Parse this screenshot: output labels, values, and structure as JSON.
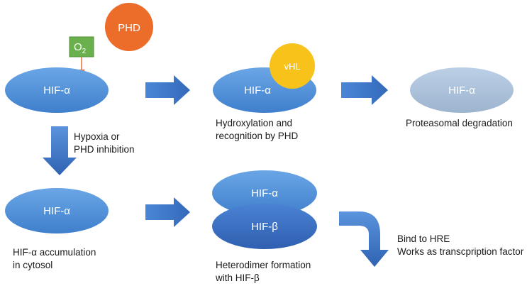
{
  "nodes": {
    "hif_alpha_top": "HIF-α",
    "hif_alpha_hydroxylated": "HIF-α",
    "hif_alpha_degraded": "HIF-α",
    "hif_alpha_accumulated": "HIF-α",
    "dimer_alpha": "HIF-α",
    "dimer_beta": "HIF-β",
    "phd": "PHD",
    "o2_base": "O",
    "o2_subscript": "2",
    "vhl": "vHL"
  },
  "labels": {
    "hydroxylation": [
      "Hydroxylation and",
      "recognition by PHD"
    ],
    "degradation": [
      "Proteasomal degradation"
    ],
    "hypoxia": [
      "Hypoxia or",
      "PHD inhibition"
    ],
    "accumulation": [
      "HIF-α accumulation",
      "in cytosol"
    ],
    "heterodimer": [
      "Heterodimer formation",
      "with HIF-β"
    ],
    "function": [
      "Bind to HRE",
      "Works as transcpription factor"
    ]
  },
  "colors": {
    "blue": "#4f90d9",
    "dark_blue": "#3a70c6",
    "faded_blue": "#a9bfd9",
    "orange": "#ec6d2a",
    "green": "#6ab04c",
    "yellow": "#f7c21a",
    "arrow": "#3f78c6"
  }
}
